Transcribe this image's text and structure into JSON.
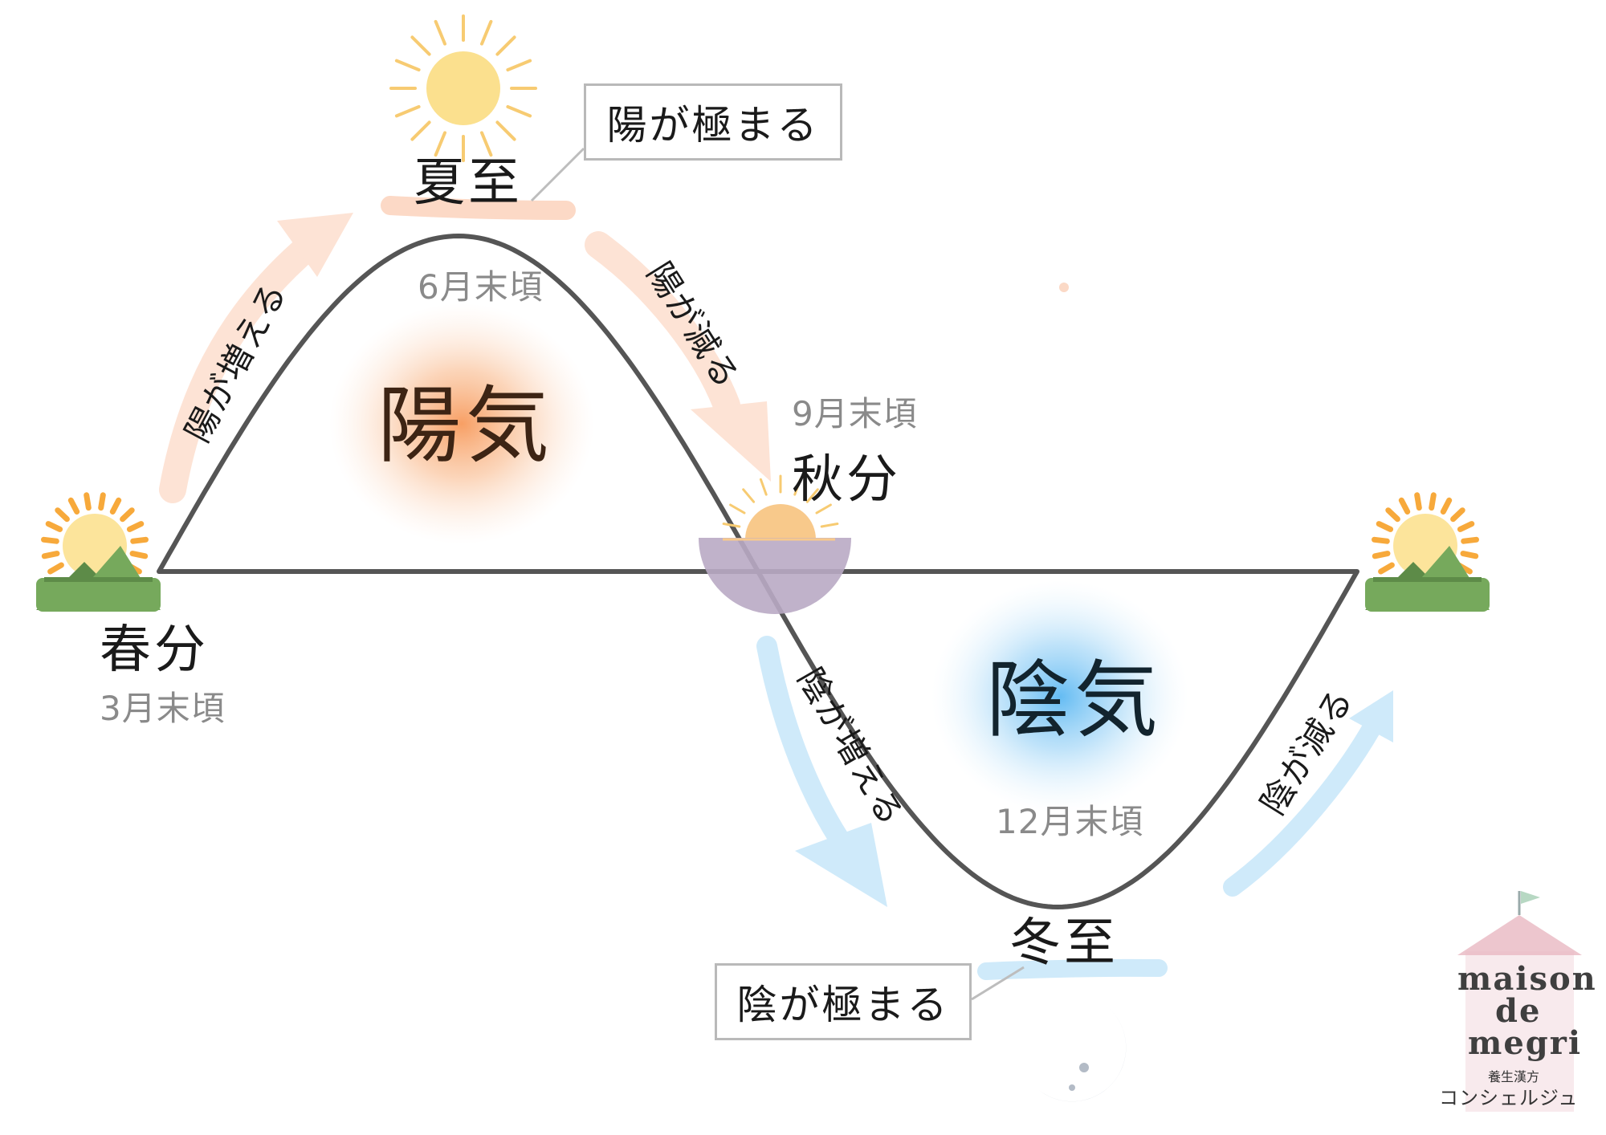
{
  "seasons": {
    "summer_solstice": "夏至",
    "spring_equinox": "春分",
    "autumn_equinox": "秋分",
    "winter_solstice": "冬至"
  },
  "dates": {
    "june": "6月末頃",
    "march": "3月末頃",
    "september": "9月末頃",
    "december": "12月末頃"
  },
  "qi": {
    "yang": "陽気",
    "yin": "陰気"
  },
  "callouts": {
    "yang_peak": "陽が極まる",
    "yin_peak": "陰が極まる"
  },
  "arrows": {
    "yang_increase": "陽が増える",
    "yang_decrease": "陽が減る",
    "yin_increase": "陰が増える",
    "yin_decrease": "陰が減る"
  },
  "logo": {
    "line1": "maison",
    "line2": "de",
    "line3": "megri",
    "subtitle": "養生漢方",
    "kana": "コンシェルジュ"
  },
  "colors": {
    "curve": "#555555",
    "yang_glow": "#f7a26a",
    "yin_glow": "#6cc1f3",
    "yang_text": "#3d2414",
    "yin_text": "#12242e",
    "warm_arrow": "#fde3d5",
    "cool_arrow": "#cfeafa",
    "sun": "#fbe08e",
    "sun_rays": "#f7cb72",
    "sunrise_sun": "#f8c98b",
    "horizon_bowl": "#b9aac4",
    "mountain": "#76a95c",
    "moon": "#c7ced8"
  }
}
